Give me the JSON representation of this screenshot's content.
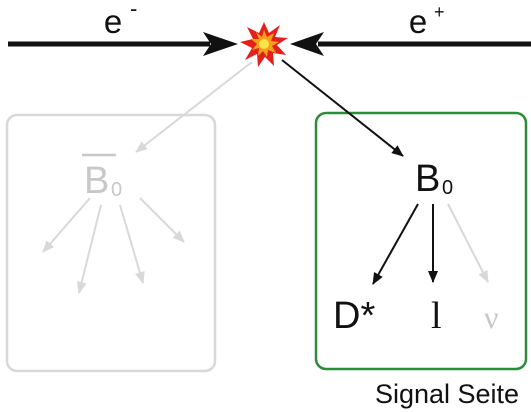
{
  "beams": {
    "electron": {
      "base": "e",
      "sup": "-"
    },
    "positron": {
      "base": "e",
      "sup": "+"
    }
  },
  "tag_side": {
    "parent": {
      "base": "B",
      "sub": "0"
    }
  },
  "signal_side": {
    "parent": {
      "base": "B",
      "sub": "0"
    },
    "products": {
      "d_star": "D*",
      "lepton": "l",
      "neutrino": "ν"
    },
    "caption": "Signal Seite"
  },
  "colors": {
    "line": "#111111",
    "faded": "#d8d8d8",
    "faded_text": "#c8c8c8",
    "signal_box": "#2e8b3d",
    "star_outer": "#e4201c",
    "star_inner": "#f6a01a",
    "star_core": "#fde24a"
  }
}
